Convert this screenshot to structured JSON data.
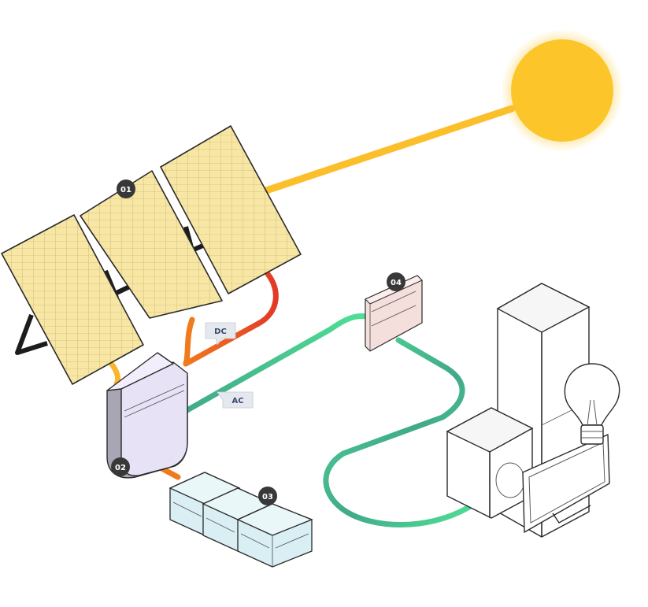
{
  "labels": {
    "panels": "01",
    "inverter": "02",
    "batteries": "03",
    "meter": "04",
    "dc": "DC",
    "ac": "AC"
  },
  "colors": {
    "sun": "#fcc62a",
    "sun_arrow": "#fbbf2c",
    "panel_fill": "#f8e6a4",
    "panel_grid": "#b8a566",
    "dc_cable_red": "#e23a27",
    "dc_cable_orange": "#f07a1e",
    "dc_cable_yellow": "#f9b52c",
    "ac_cable": "#4fdf94",
    "ac_cable_dark": "#41a98a",
    "inverter_fill": "#e7e2f6",
    "battery_fill": "#d9eff3",
    "meter_fill": "#f5dfdc",
    "badge_fill": "#383838",
    "tag_fill": "#e6e8f0"
  },
  "icons": [
    "sun-icon",
    "solar-panel-icon",
    "inverter-icon",
    "battery-icon",
    "meter-box-icon",
    "refrigerator-icon",
    "washing-machine-icon",
    "light-bulb-icon",
    "tv-icon"
  ]
}
